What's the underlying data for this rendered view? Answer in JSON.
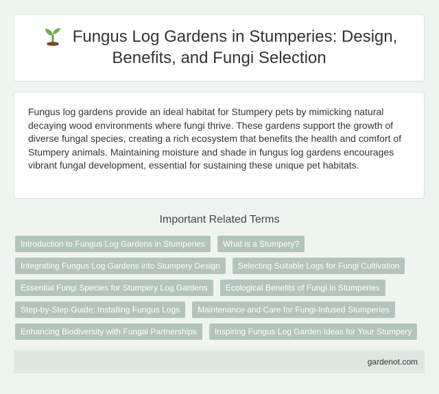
{
  "header": {
    "title": "Fungus Log Gardens in Stumperies: Design, Benefits, and Fungi Selection",
    "icon": "sprout-icon"
  },
  "intro": {
    "text": "Fungus log gardens provide an ideal habitat for Stumpery pets by mimicking natural decaying wood environments where fungi thrive. These gardens support the growth of diverse fungal species, creating a rich ecosystem that benefits the health and comfort of Stumpery animals. Maintaining moisture and shade in fungus log gardens encourages vibrant fungal development, essential for sustaining these unique pet habitats."
  },
  "related": {
    "heading": "Important Related Terms",
    "terms": [
      "Introduction to Fungus Log Gardens in Stumperies",
      "What is a Stumpery?",
      "Integrating Fungus Log Gardens into Stumpery Design",
      "Selecting Suitable Logs for Fungi Cultivation",
      "Essential Fungi Species for Stumpery Log Gardens",
      "Ecological Benefits of Fungi in Stumperies",
      "Step-by-Step Guide: Installing Fungus Logs",
      "Maintenance and Care for Fungi-Infused Stumperies",
      "Enhancing Biodiversity with Fungal Partnerships",
      "Inspiring Fungus Log Garden Ideas for Your Stumpery"
    ]
  },
  "footer": {
    "site": "gardenot.com"
  },
  "colors": {
    "background": "#eef5f1",
    "tag": "#b3c4bc",
    "footer": "#dde8e3"
  }
}
